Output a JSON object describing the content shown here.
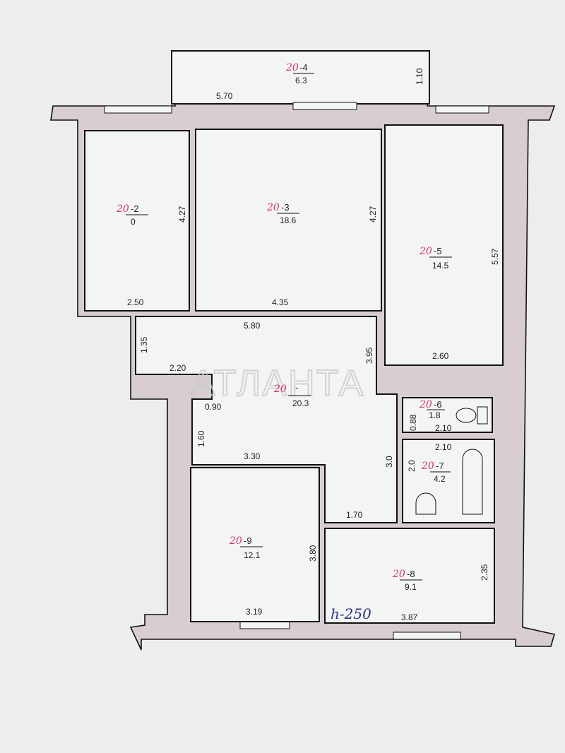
{
  "watermark": "АТЛАНТА",
  "handwritten_note": "h-250",
  "rooms": [
    {
      "code": "20",
      "number": "-4",
      "area": "6.3"
    },
    {
      "code": "20",
      "number": "-2",
      "area": "0"
    },
    {
      "code": "20",
      "number": "-3",
      "area": "18.6"
    },
    {
      "code": "20",
      "number": "-5",
      "area": "14.5"
    },
    {
      "code": "20",
      "number": "-",
      "area": "20.3"
    },
    {
      "code": "20",
      "number": "-6",
      "area": "1.8"
    },
    {
      "code": "20",
      "number": "-7",
      "area": "4.2"
    },
    {
      "code": "20",
      "number": "-8",
      "area": "9.1"
    },
    {
      "code": "20",
      "number": "-9",
      "area": "12.1"
    }
  ],
  "dimensions": [
    "5.70",
    "1.10",
    "4.27",
    "2.50",
    "4.27",
    "4.35",
    "5.57",
    "2.60",
    "5.80",
    "1.35",
    "3.95",
    "2.20",
    "0.90",
    "1.60",
    "3.30",
    "0.88",
    "2.10",
    "2.10",
    "3.0",
    "2.0",
    "1.70",
    "3.80",
    "2.35",
    "3.19",
    "3.87"
  ]
}
